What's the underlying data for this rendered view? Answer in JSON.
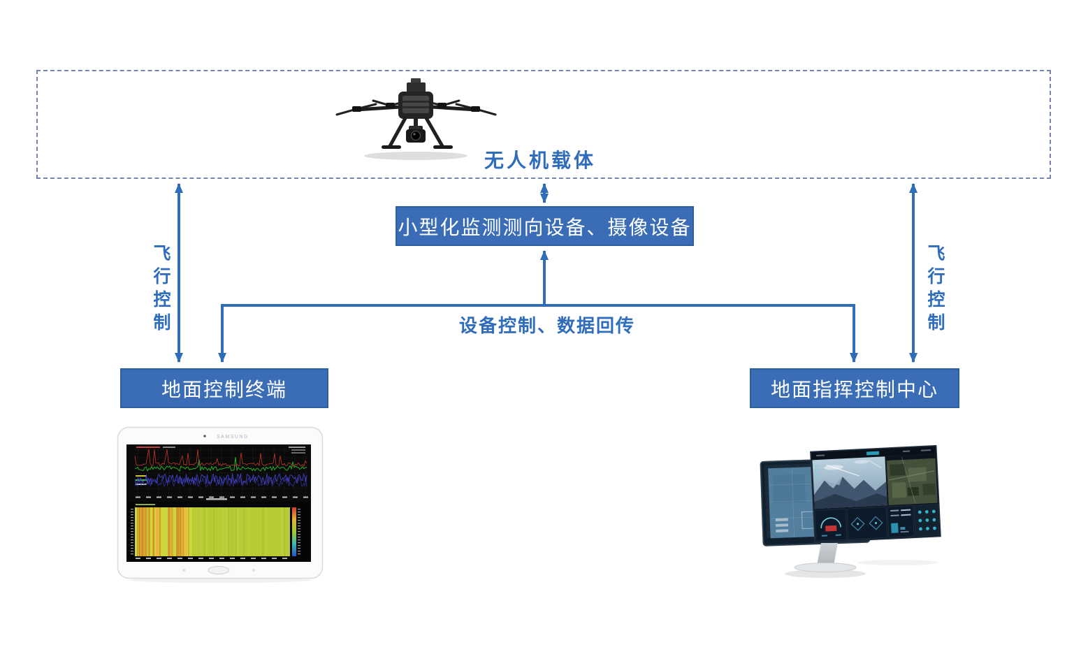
{
  "diagram": {
    "uav_zone": {
      "label": "无人机载体"
    },
    "payload_box": {
      "label": "小型化监测测向设备、摄像设备"
    },
    "ground_terminal": {
      "label": "地面控制终端"
    },
    "command_center": {
      "label": "地面指挥控制中心"
    },
    "edges": {
      "flight_control_left": "飞行控制",
      "flight_control_right": "飞行控制",
      "device_control": "设备控制、数据回传"
    }
  },
  "devices": {
    "tablet_brand": "SAMSUNG"
  },
  "colors": {
    "node_fill": "#3b6db6",
    "node_border": "#2d5f9f",
    "line": "#2f6db8",
    "label_text": "#2f6cbb",
    "dashed_border": "#7484ad",
    "node_text": "#ffffff"
  }
}
